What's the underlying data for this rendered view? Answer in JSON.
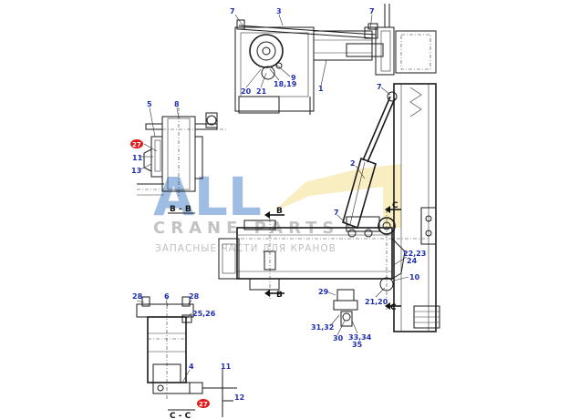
{
  "watermark": {
    "logo": "ALL",
    "line1": "CRANE PARTS",
    "line2": "ЗАПАСНЫЕ ЧАСТИ ДЛЯ КРАНОВ",
    "colors": {
      "blue": "#7fa6d8",
      "yellow": "#f5d97a"
    }
  },
  "sections": {
    "bb": "B - B",
    "cc": "C - C",
    "b_top": "B",
    "b_bottom": "B",
    "c_top": "C",
    "c_bottom": "C"
  },
  "callouts": {
    "t7a": "7",
    "t3": "3",
    "t7b": "7",
    "t9": "9",
    "t1": "1",
    "t20": "20",
    "t21": "21",
    "t18_19": "18,19",
    "t5": "5",
    "t8": "8",
    "t27a": "27",
    "t11a": "11",
    "t13": "13",
    "t7c": "7",
    "t2": "2",
    "t7d": "7",
    "t22_23": "22,23",
    "t24": "24",
    "t10": "10",
    "t21_20": "21,20",
    "t29": "29",
    "t31_32": "31,32",
    "t30": "30",
    "t33_34": "33,34",
    "t35": "35",
    "t28a": "28",
    "t6": "6",
    "t28b": "28",
    "t25_26": "25,26",
    "t4": "4",
    "t11b": "11",
    "t27b": "27",
    "t12": "12"
  },
  "colors": {
    "callout": "#1f2fb0",
    "marker_red": "#e01818",
    "line": "#1a1a1a"
  }
}
